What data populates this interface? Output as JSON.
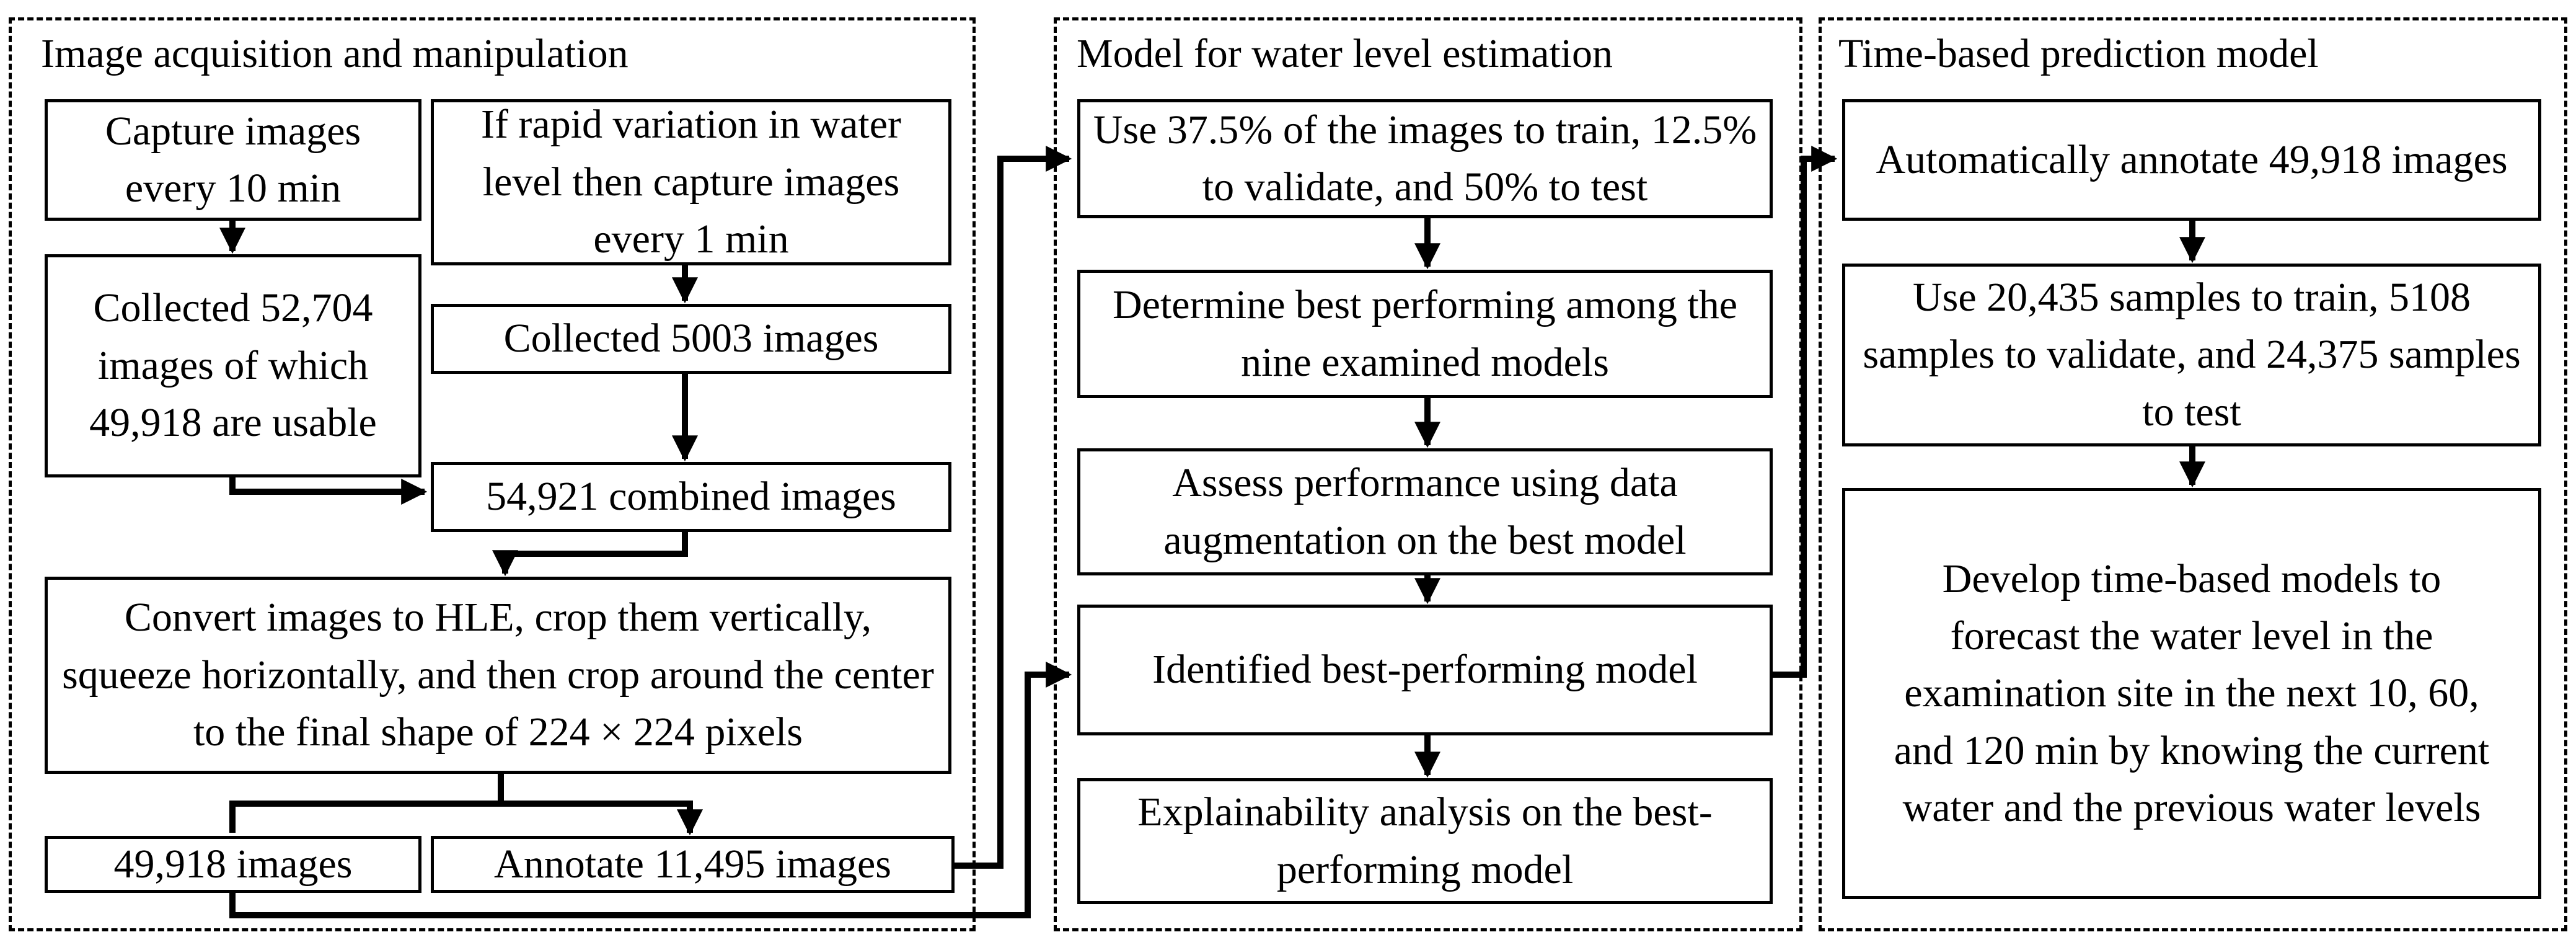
{
  "panels": {
    "acquisition": {
      "title": "Image acquisition and manipulation"
    },
    "estimation": {
      "title": "Model for water level estimation"
    },
    "prediction": {
      "title": "Time-based prediction model"
    }
  },
  "boxes": {
    "capture": "Capture images every 10 min",
    "rapid": "If rapid variation in water level then capture images every 1 min",
    "collected_52704": "Collected 52,704 images of which 49,918 are usable",
    "collected_5003": "Collected 5003 images",
    "combined": "54,921 combined images",
    "convert": "Convert images to HLE, crop them vertically, squeeze horizontally, and then crop around the center to the final shape of 224 × 224 pixels",
    "images_49918": "49,918 images",
    "annotate_11495": "Annotate 11,495 images",
    "split_train": "Use 37.5% of the images to train, 12.5% to validate, and 50% to test",
    "determine_best": "Determine best performing among the nine examined models",
    "assess": "Assess performance using data augmentation on the best model",
    "identified": "Identified best-performing model",
    "explainability": "Explainability analysis on the best-performing model",
    "auto_annotate": "Automatically annotate 49,918 images",
    "samples_split": "Use 20,435 samples to train, 5108 samples to validate, and 24,375 samples to test",
    "develop": "Develop time-based models to forecast the water level in the examination site in the next 10, 60, and 120 min by knowing the current water and the previous water levels"
  }
}
